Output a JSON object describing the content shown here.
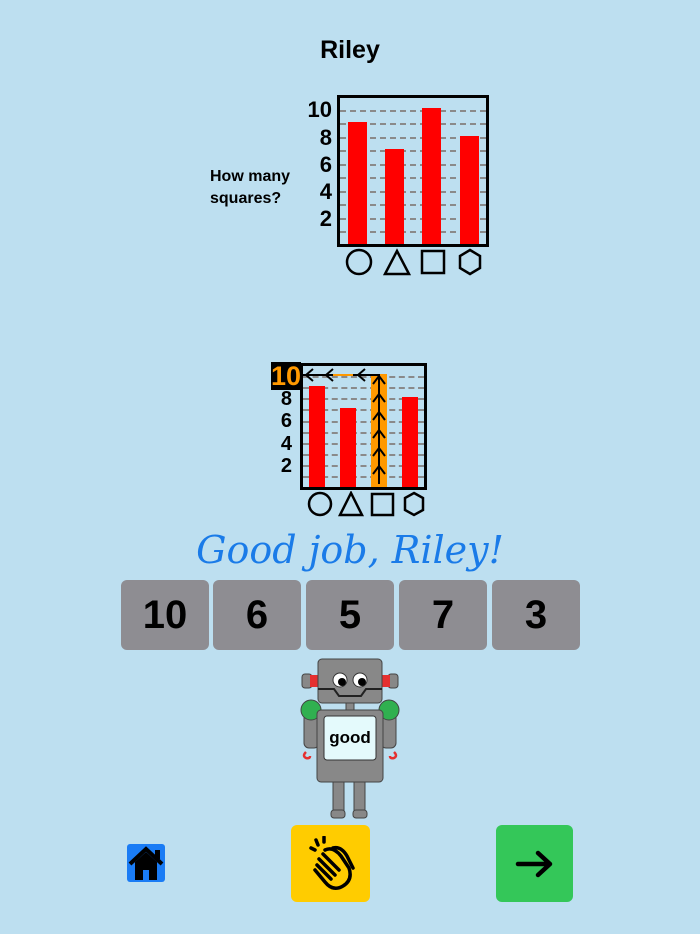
{
  "header": {
    "player_name": "Riley"
  },
  "question": {
    "line1": "How many",
    "line2": "squares?"
  },
  "chart_data": [
    {
      "type": "bar",
      "title": "",
      "categories": [
        "circle",
        "triangle",
        "square",
        "hexagon"
      ],
      "values": [
        9,
        7,
        10,
        8
      ],
      "ytick_labels": [
        "2",
        "4",
        "6",
        "8",
        "10"
      ],
      "ylim": [
        0,
        11
      ],
      "grid": true,
      "bar_color": "#ff0000"
    },
    {
      "type": "bar",
      "title": "",
      "categories": [
        "circle",
        "triangle",
        "square",
        "hexagon"
      ],
      "values": [
        9,
        7,
        10,
        8
      ],
      "highlighted_category": "square",
      "highlight_color": "#ff9900",
      "highlighted_value_label": "10",
      "ytick_labels": [
        "2",
        "4",
        "6",
        "8",
        "10"
      ],
      "ylim": [
        0,
        11
      ],
      "grid": true
    }
  ],
  "feedback": {
    "message": "Good job, Riley!"
  },
  "answers": [
    "10",
    "6",
    "5",
    "7",
    "3"
  ],
  "robot": {
    "screen_text": "good"
  },
  "colors": {
    "background": "#bddff0",
    "bar": "#ff0000",
    "highlight": "#ff9900",
    "tile": "#8e8d92",
    "home": "#1a7cf5",
    "clap": "#ffcc00",
    "next": "#34c759"
  },
  "nav": {
    "home_icon": "home-icon",
    "clap_icon": "clapping-hands-icon",
    "next_icon": "arrow-right-icon"
  }
}
